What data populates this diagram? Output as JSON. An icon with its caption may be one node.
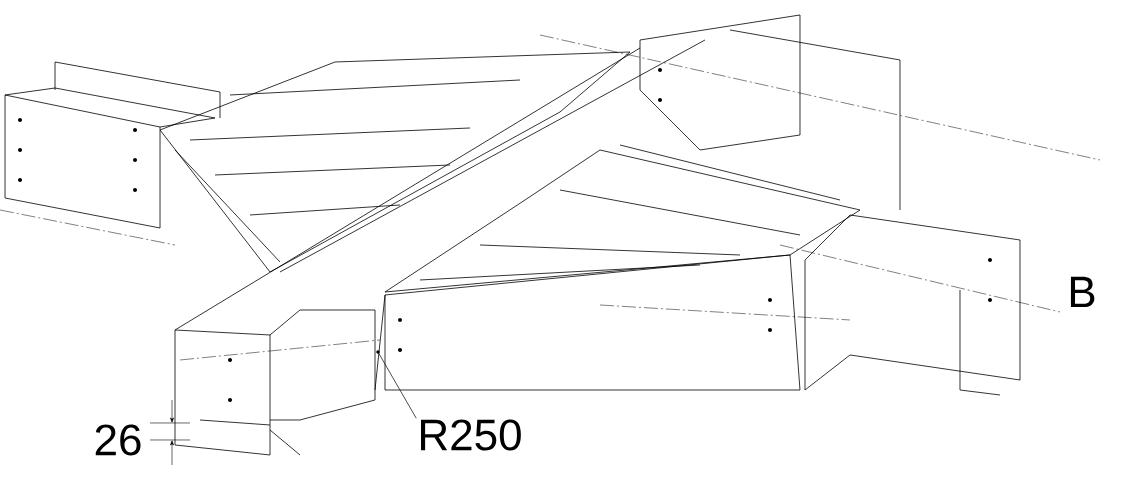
{
  "diagram": {
    "nodes": [
      {
        "text": [
          "R250"
        ]
      },
      {
        "text": [],
        "shape": "picture"
      }
    ],
    "edges": [
      {
        "from": 0,
        "to": 1,
        "arrow": "none"
      }
    ],
    "labels": [
      "26",
      "B"
    ]
  }
}
